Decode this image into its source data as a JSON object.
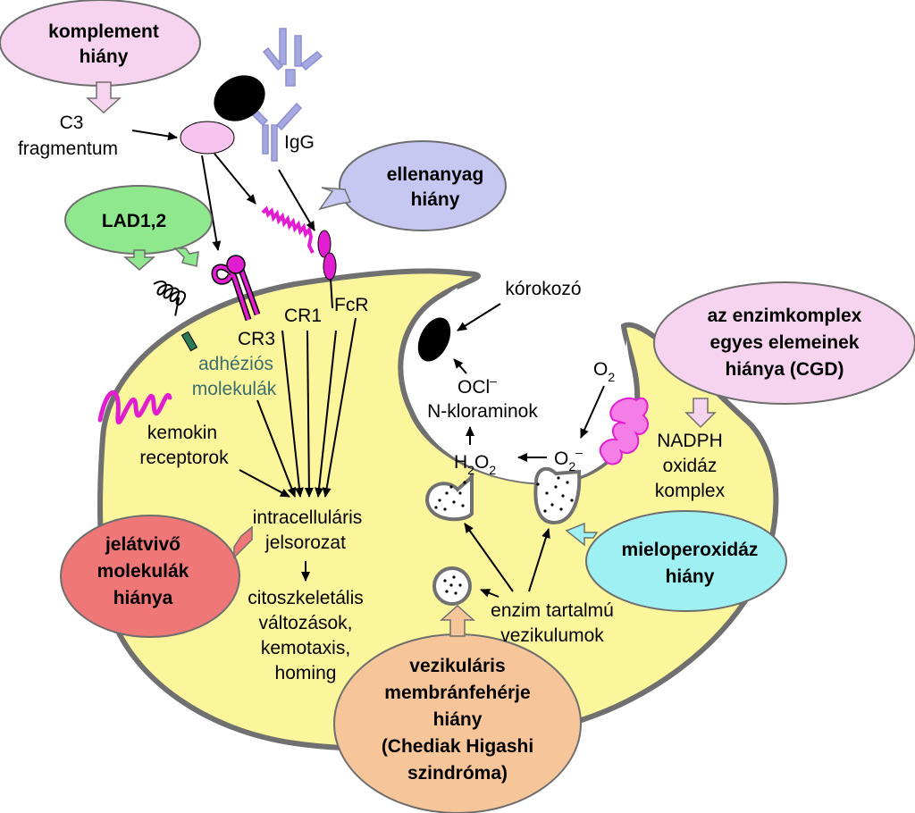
{
  "callouts": {
    "complement": [
      "komplement",
      "hiány"
    ],
    "antibody": [
      "ellenanyag",
      "hiány"
    ],
    "lad": [
      "LAD1,2"
    ],
    "cgd": [
      "az enzimkomplex",
      "egyes elemeinek",
      "hiánya (CGD)"
    ],
    "signal": [
      "jelátvivő",
      "molekulák",
      "hiánya"
    ],
    "mpo": [
      "mieloperoxidáz",
      "hiány"
    ],
    "chediak": [
      "vezikuláris",
      "membránfehérje",
      "hiány",
      "(Chediak Higashi",
      "szindróma)"
    ]
  },
  "labels": {
    "c3": [
      "C3",
      "fragmentum"
    ],
    "igg": "IgG",
    "cr3": "CR3",
    "cr1": "CR1",
    "fcr": "FcR",
    "adhesion": [
      "adhéziós",
      "molekulák"
    ],
    "chemokine": [
      "kemokin",
      "receptorok"
    ],
    "intracellular": [
      "intracelluláris",
      "jelsorozat"
    ],
    "outcome": [
      "citoszkeletális",
      "változások,",
      "kemotaxis,",
      "homing"
    ],
    "pathogen": "kórokozó",
    "ocl": "OCl",
    "ocl_sup": "–",
    "chloramines": "N-kloraminok",
    "h2o2": [
      "H",
      "2",
      "O",
      "2"
    ],
    "o2_top": [
      "O",
      "2"
    ],
    "o2_radical": [
      "O",
      "2",
      "–"
    ],
    "nadph": [
      "NADPH",
      "oxidáz",
      "komplex"
    ],
    "vesicles": [
      "enzim tartalmú",
      "vezikulumok"
    ]
  },
  "colors": {
    "cell": "#fbf59c",
    "cell_outline": "#707070",
    "pink_bubble": "#f6d4f0",
    "violet_bubble": "#c6c8f2",
    "green_bubble": "#8fe88d",
    "salmon_bubble": "#ef7777",
    "cyan_bubble": "#9ff0f2",
    "orange_bubble": "#f7c59a",
    "magenta": "#e01ed0",
    "antibody": "#a6a8e0"
  }
}
